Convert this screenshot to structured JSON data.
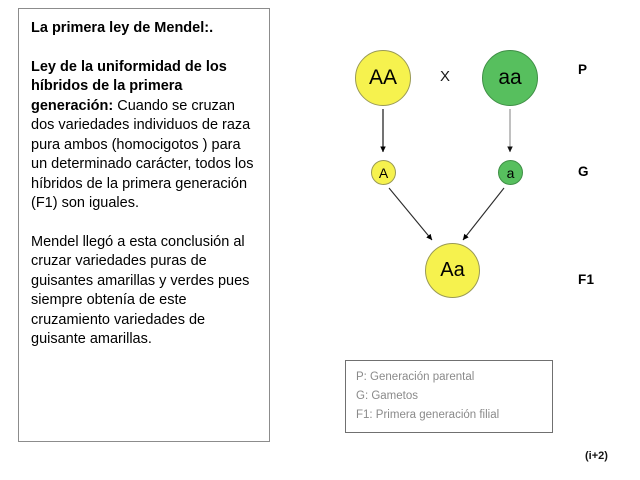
{
  "text_panel": {
    "title": "La primera ley de Mendel:.",
    "subtitle": "Ley de la uniformidad de los híbridos de la primera generación:",
    "body1": " Cuando se cruzan dos variedades individuos de raza pura ambos (homocigotos ) para un determinado carácter, todos los híbridos de la primera generación (F1) son iguales.",
    "body2": "Mendel llegó a esta conclusión al cruzar variedades puras de guisantes amarillas y verdes pues siempre obtenía de este cruzamiento variedades de guisante amarillas."
  },
  "diagram": {
    "parent_left": "AA",
    "parent_right": "aa",
    "cross_symbol": "X",
    "gamete_left": "A",
    "gamete_right": "a",
    "offspring": "Aa",
    "label_p": "P",
    "label_g": "G",
    "label_f1": "F1"
  },
  "legend": {
    "line_p": "P: Generación parental",
    "line_g": "G: Gametos",
    "line_f1": "F1: Primera generación filial"
  },
  "footnote": "(i+2)",
  "colors": {
    "yellow": "#f6f24e",
    "green": "#57bf5e",
    "legend_text": "#8a8a8a"
  }
}
